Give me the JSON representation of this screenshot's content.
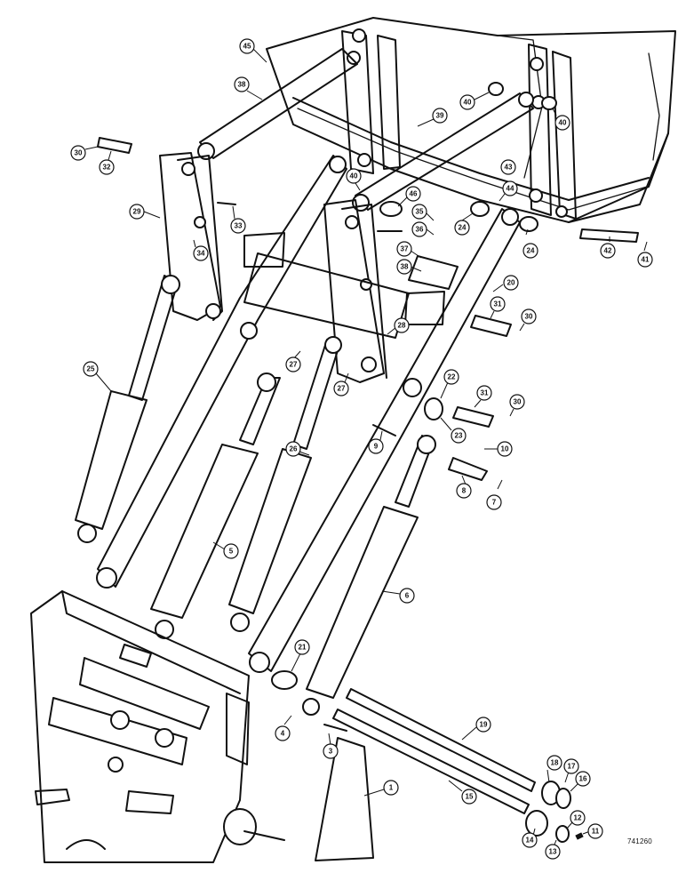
{
  "drawing_number": "741260",
  "callouts": [
    {
      "label": "45"
    },
    {
      "label": "38"
    },
    {
      "label": "30"
    },
    {
      "label": "32"
    },
    {
      "label": "29"
    },
    {
      "label": "33"
    },
    {
      "label": "34"
    },
    {
      "label": "39"
    },
    {
      "label": "40"
    },
    {
      "label": "40"
    },
    {
      "label": "40"
    },
    {
      "label": "46"
    },
    {
      "label": "43"
    },
    {
      "label": "44"
    },
    {
      "label": "35"
    },
    {
      "label": "36"
    },
    {
      "label": "24"
    },
    {
      "label": "24"
    },
    {
      "label": "37"
    },
    {
      "label": "38"
    },
    {
      "label": "20"
    },
    {
      "label": "31"
    },
    {
      "label": "30"
    },
    {
      "label": "42"
    },
    {
      "label": "41"
    },
    {
      "label": "25"
    },
    {
      "label": "27"
    },
    {
      "label": "27"
    },
    {
      "label": "28"
    },
    {
      "label": "22"
    },
    {
      "label": "23"
    },
    {
      "label": "31"
    },
    {
      "label": "30"
    },
    {
      "label": "9"
    },
    {
      "label": "10"
    },
    {
      "label": "8"
    },
    {
      "label": "7"
    },
    {
      "label": "26"
    },
    {
      "label": "5"
    },
    {
      "label": "6"
    },
    {
      "label": "21"
    },
    {
      "label": "4"
    },
    {
      "label": "3"
    },
    {
      "label": "19"
    },
    {
      "label": "18"
    },
    {
      "label": "17"
    },
    {
      "label": "16"
    },
    {
      "label": "1"
    },
    {
      "label": "15"
    },
    {
      "label": "14"
    },
    {
      "label": "13"
    },
    {
      "label": "12"
    },
    {
      "label": "11"
    }
  ]
}
